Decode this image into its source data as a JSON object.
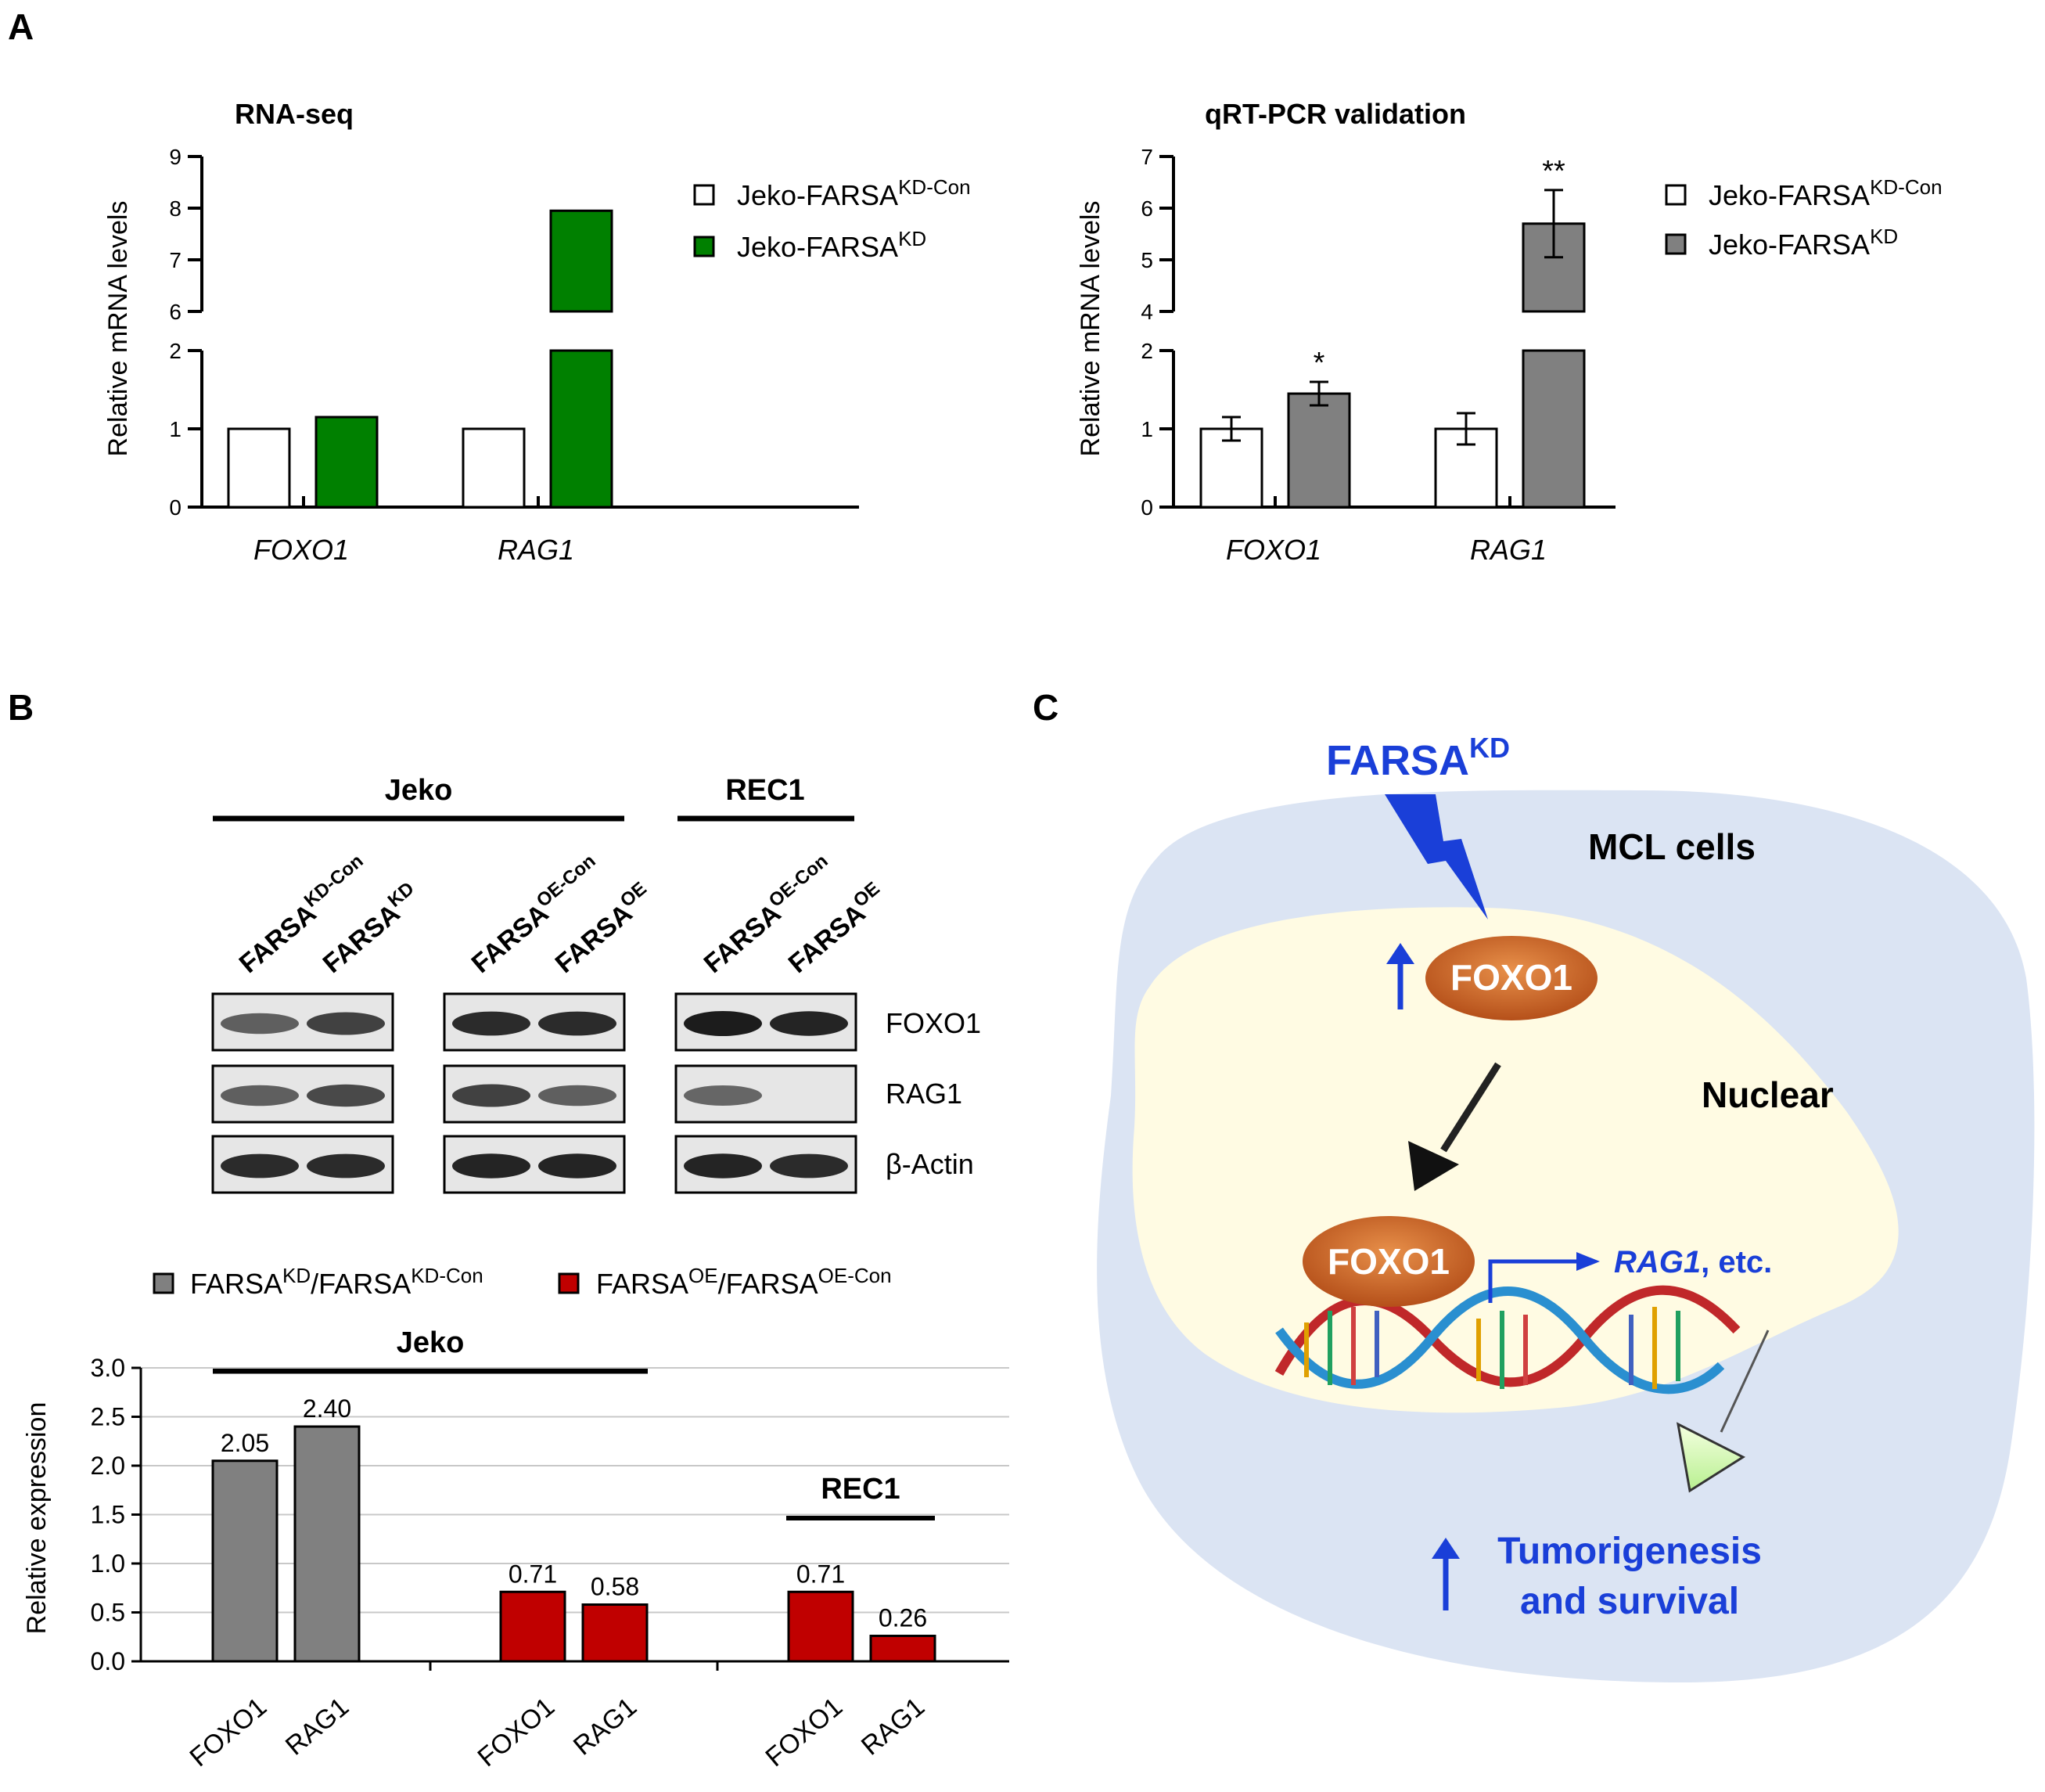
{
  "panels": {
    "a": "A",
    "b": "B",
    "c": "C"
  },
  "chart_a1": {
    "type": "bar",
    "title": "RNA-seq",
    "ylabel": "Relative mRNA levels",
    "categories": [
      "FOXO1",
      "RAG1"
    ],
    "ylim": [
      0,
      9
    ],
    "axis_break": [
      2,
      6
    ],
    "y_ticks": [
      "0",
      "1",
      "2",
      "6",
      "7",
      "8",
      "9"
    ],
    "series": [
      {
        "name": "Jeko-FARSA",
        "sup": "KD-Con",
        "color": "#ffffff",
        "values": [
          1.0,
          1.0
        ]
      },
      {
        "name": "Jeko-FARSA",
        "sup": "KD",
        "color": "#008000",
        "values": [
          1.15,
          7.95
        ]
      }
    ]
  },
  "chart_a2": {
    "type": "bar",
    "title": "qRT-PCR validation",
    "ylabel": "Relative mRNA levels",
    "categories": [
      "FOXO1",
      "RAG1"
    ],
    "ylim": [
      0,
      7
    ],
    "axis_break": [
      2,
      4
    ],
    "y_ticks": [
      "0",
      "1",
      "2",
      "4",
      "5",
      "6",
      "7"
    ],
    "series": [
      {
        "name": "Jeko-FARSA",
        "sup": "KD-Con",
        "color": "#ffffff",
        "values": [
          1.0,
          1.0
        ],
        "errors": [
          0.15,
          0.2
        ]
      },
      {
        "name": "Jeko-FARSA",
        "sup": "KD",
        "color": "#808080",
        "values": [
          1.45,
          5.7
        ],
        "errors": [
          0.15,
          0.65
        ]
      }
    ],
    "significance": [
      "*",
      "**"
    ]
  },
  "western": {
    "groups": [
      "Jeko",
      "REC1"
    ],
    "lanes": [
      {
        "base": "FARSA",
        "sup": "KD-Con"
      },
      {
        "base": "FARSA",
        "sup": "KD"
      },
      {
        "base": "FARSA",
        "sup": "OE-Con"
      },
      {
        "base": "FARSA",
        "sup": "OE"
      },
      {
        "base": "FARSA",
        "sup": "OE-Con"
      },
      {
        "base": "FARSA",
        "sup": "OE"
      }
    ],
    "rows": [
      "FOXO1",
      "RAG1",
      "β-Actin"
    ]
  },
  "chart_b": {
    "type": "bar",
    "ylabel": "Relative expression",
    "ylim": [
      0,
      3.0
    ],
    "y_ticks": [
      "0.0",
      "0.5",
      "1.0",
      "1.5",
      "2.0",
      "2.5",
      "3.0"
    ],
    "legend": [
      {
        "a": "FARSA",
        "asup": "KD",
        "b": "/FARSA",
        "bsup": "KD-Con",
        "color": "#808080"
      },
      {
        "a": "FARSA",
        "asup": "OE",
        "b": "/FARSA",
        "bsup": "OE-Con",
        "color": "#c00000"
      }
    ],
    "group_labels": [
      "Jeko",
      "REC1"
    ],
    "groups": [
      {
        "color": "#808080",
        "categories": [
          "FOXO1",
          "RAG1"
        ],
        "values": [
          2.05,
          2.4
        ],
        "labels": [
          "2.05",
          "2.40"
        ]
      },
      {
        "color": "#c00000",
        "categories": [
          "FOXO1",
          "RAG1"
        ],
        "values": [
          0.71,
          0.58
        ],
        "labels": [
          "0.71",
          "0.58"
        ]
      },
      {
        "color": "#c00000",
        "categories": [
          "FOXO1",
          "RAG1"
        ],
        "values": [
          0.71,
          0.26
        ],
        "labels": [
          "0.71",
          "0.26"
        ]
      }
    ]
  },
  "diagram": {
    "farsa": "FARSA",
    "farsa_sup": "KD",
    "mcl": "MCL cells",
    "nuclear": "Nuclear",
    "foxo1_top": "FOXO1",
    "foxo1_bottom": "FOXO1",
    "rag1": "RAG1",
    "rag1_rest": ", etc.",
    "outcome1": "Tumorigenesis",
    "outcome2": "and survival"
  }
}
